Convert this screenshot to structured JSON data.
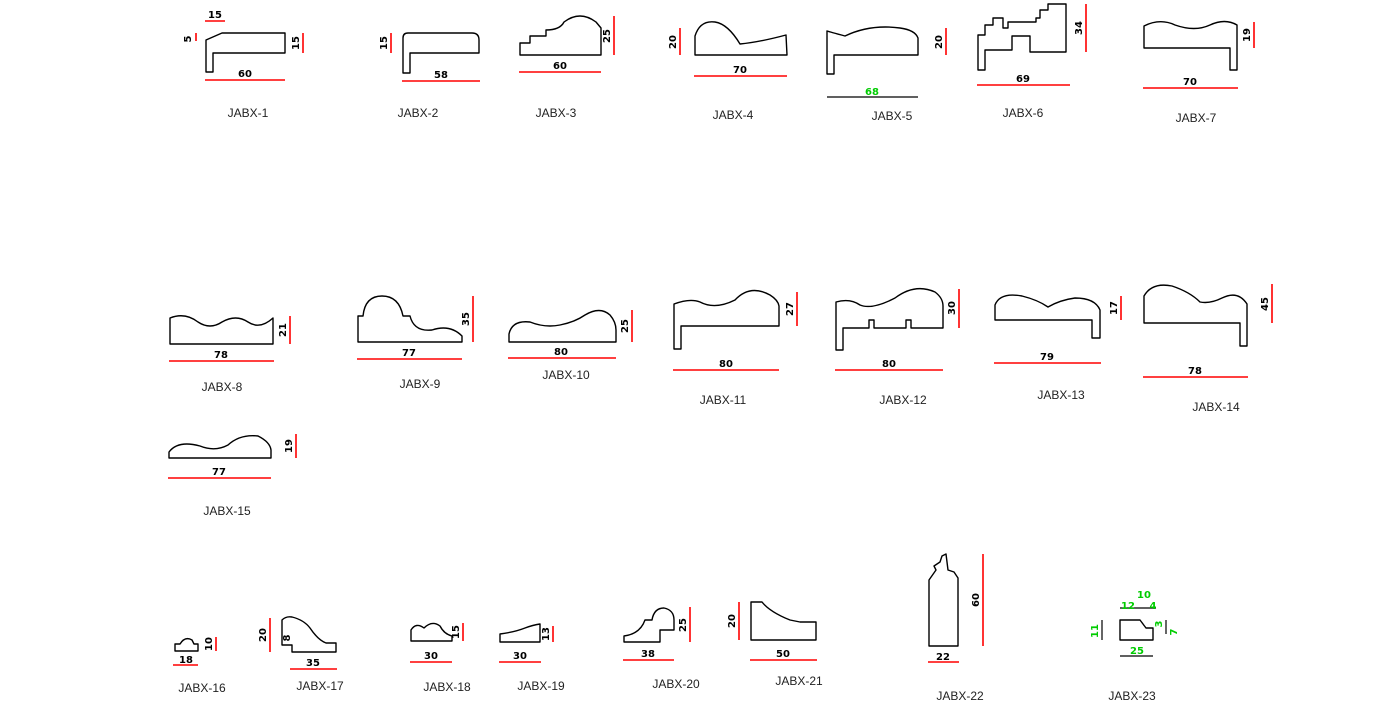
{
  "colors": {
    "background": "#ffffff",
    "outline": "#000000",
    "dimension_line": "#ff0000",
    "highlight_dimension_text": "#00cc00"
  },
  "profiles": [
    {
      "id": "p1",
      "label": "JABX-1",
      "dims": [
        "15",
        "5",
        "15",
        "60"
      ]
    },
    {
      "id": "p2",
      "label": "JABX-2",
      "dims": [
        "15",
        "58"
      ]
    },
    {
      "id": "p3",
      "label": "JABX-3",
      "dims": [
        "25",
        "60"
      ]
    },
    {
      "id": "p4",
      "label": "JABX-4",
      "dims": [
        "20",
        "70"
      ]
    },
    {
      "id": "p5",
      "label": "JABX-5",
      "dims": [
        "20",
        "68"
      ]
    },
    {
      "id": "p6",
      "label": "JABX-6",
      "dims": [
        "34",
        "69"
      ]
    },
    {
      "id": "p7",
      "label": "JABX-7",
      "dims": [
        "19",
        "70"
      ]
    },
    {
      "id": "p8",
      "label": "JABX-8",
      "dims": [
        "21",
        "78"
      ]
    },
    {
      "id": "p9",
      "label": "JABX-9",
      "dims": [
        "35",
        "77"
      ]
    },
    {
      "id": "p10",
      "label": "JABX-10",
      "dims": [
        "25",
        "80"
      ]
    },
    {
      "id": "p11",
      "label": "JABX-11",
      "dims": [
        "27",
        "80"
      ]
    },
    {
      "id": "p12",
      "label": "JABX-12",
      "dims": [
        "30",
        "80"
      ]
    },
    {
      "id": "p13",
      "label": "JABX-13",
      "dims": [
        "17",
        "79"
      ]
    },
    {
      "id": "p14",
      "label": "JABX-14",
      "dims": [
        "45",
        "78"
      ]
    },
    {
      "id": "p15",
      "label": "JABX-15",
      "dims": [
        "19",
        "77"
      ]
    },
    {
      "id": "p16",
      "label": "JABX-16",
      "dims": [
        "10",
        "18"
      ]
    },
    {
      "id": "p17",
      "label": "JABX-17",
      "dims": [
        "20",
        "8",
        "35"
      ]
    },
    {
      "id": "p18",
      "label": "JABX-18",
      "dims": [
        "15",
        "30"
      ]
    },
    {
      "id": "p19",
      "label": "JABX-19",
      "dims": [
        "13",
        "30"
      ]
    },
    {
      "id": "p20",
      "label": "JABX-20",
      "dims": [
        "25",
        "38"
      ]
    },
    {
      "id": "p21",
      "label": "JABX-21",
      "dims": [
        "20",
        "50"
      ]
    },
    {
      "id": "p22",
      "label": "JABX-22",
      "dims": [
        "60",
        "22"
      ]
    },
    {
      "id": "p23",
      "label": "JABX-23",
      "dims": [
        "10",
        "12",
        "4",
        "11",
        "3",
        "7",
        "25"
      ]
    }
  ]
}
